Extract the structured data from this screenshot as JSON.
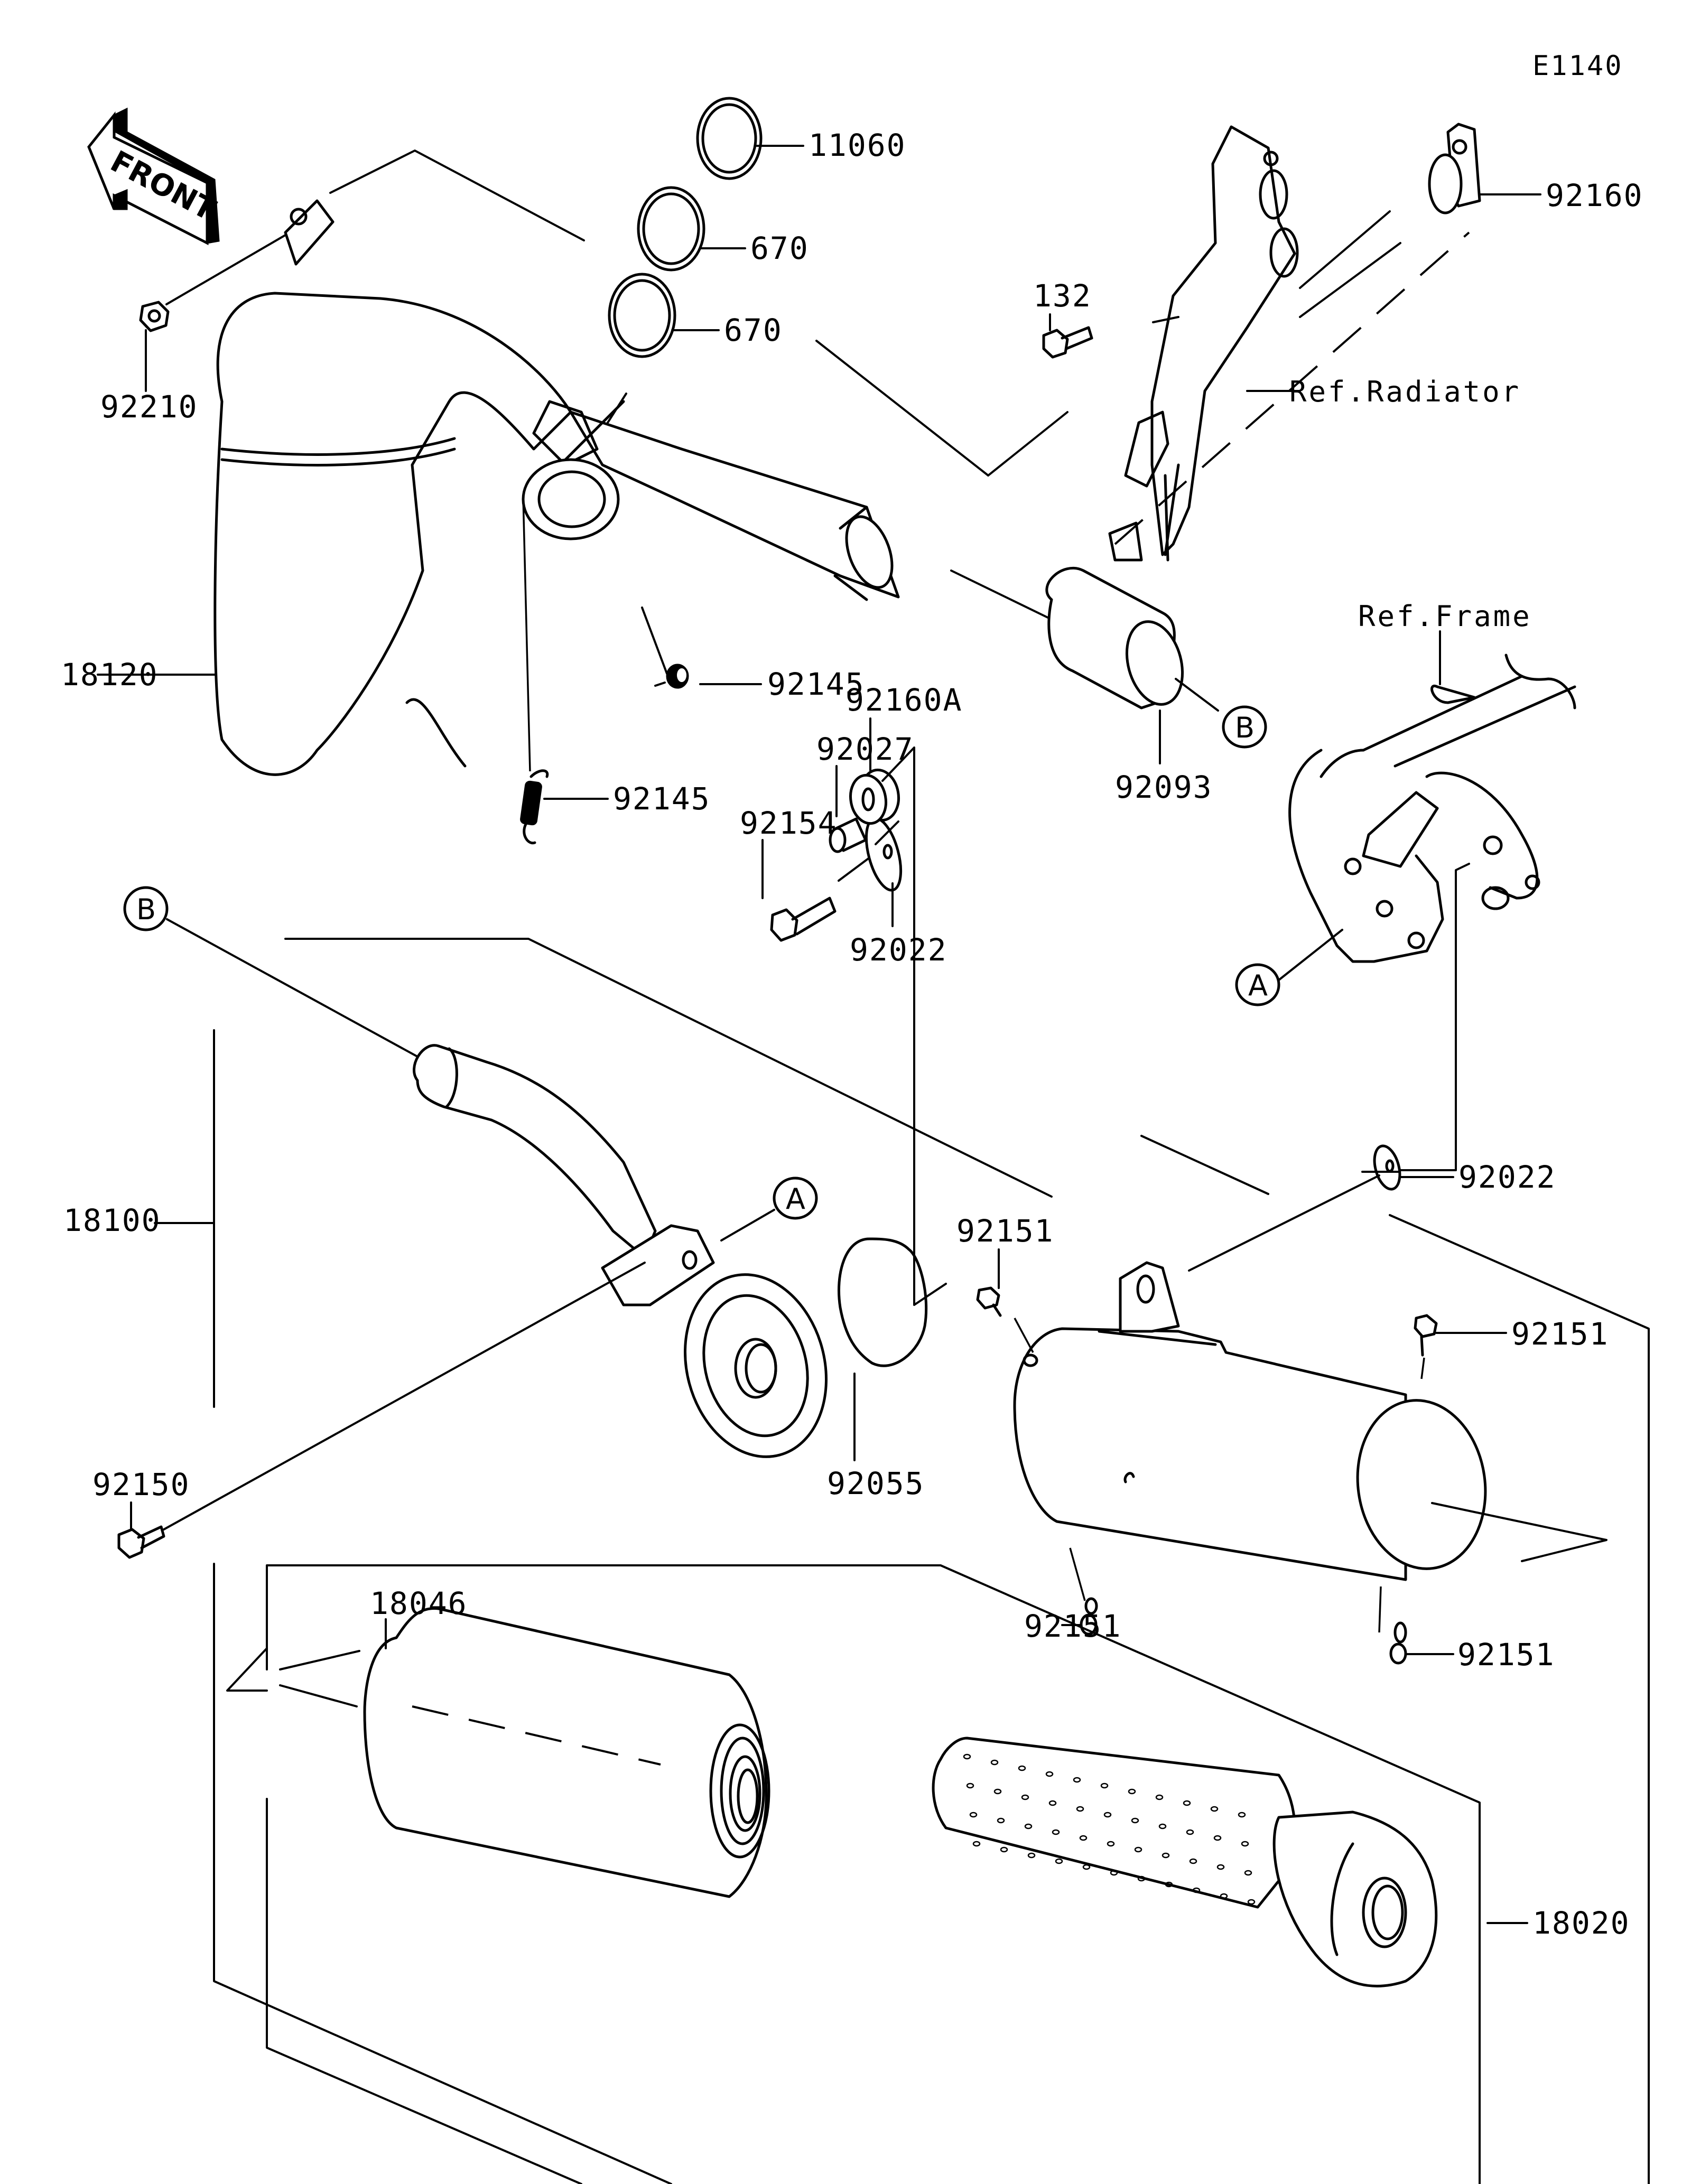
{
  "diagram": {
    "code": "E1140",
    "front_label": "FRONT",
    "references": {
      "radiator": "Ref.Radiator",
      "frame": "Ref.Frame"
    },
    "connectors": {
      "a": "A",
      "b": "B"
    },
    "parts": {
      "p11060": "11060",
      "p670_1": "670",
      "p670_2": "670",
      "p92160": "92160",
      "p132": "132",
      "p92210": "92210",
      "p18120": "18120",
      "p92145_1": "92145",
      "p92145_2": "92145",
      "p92093": "92093",
      "p92160a": "92160A",
      "p92027": "92027",
      "p92154": "92154",
      "p92022_1": "92022",
      "p92022_2": "92022",
      "p18100": "18100",
      "p92151_1": "92151",
      "p92151_2": "92151",
      "p92151_3": "92151",
      "p92151_4": "92151",
      "p92150": "92150",
      "p92055": "92055",
      "p18046": "18046",
      "p18020": "18020"
    }
  }
}
